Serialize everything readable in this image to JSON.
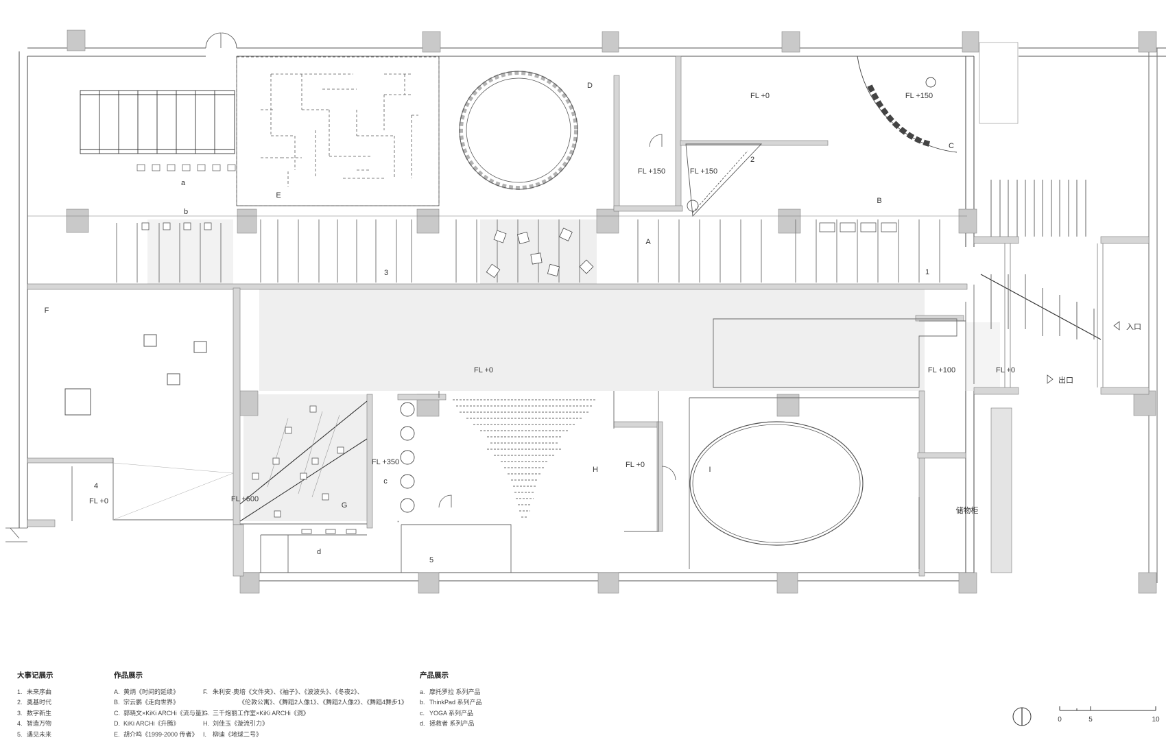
{
  "zones": {
    "a": "a",
    "b": "b",
    "c": "c",
    "d": "d",
    "A": "A",
    "B": "B",
    "C": "C",
    "D": "D",
    "E": "E",
    "F": "F",
    "G": "G",
    "H": "H",
    "I": "I",
    "n1": "1",
    "n2": "2",
    "n3": "3",
    "n4": "4",
    "n5": "5"
  },
  "floor_levels": {
    "main": "FL +0",
    "top_mid": "FL +0",
    "top_right": "FL +150",
    "small_a": "FL +150",
    "small_b": "FL +150",
    "ramp": "FL +100",
    "exit_room": "FL +0",
    "room4": "FL +0",
    "stair": "FL +600",
    "room_c": "FL +350",
    "room_h": "FL +0"
  },
  "signs": {
    "entrance": "入口",
    "exit": "出口",
    "lockers": "储物柜"
  },
  "legend": {
    "milestones": {
      "title": "大事记展示",
      "items": [
        {
          "key": "1.",
          "text": "未来序曲"
        },
        {
          "key": "2.",
          "text": "奠基时代"
        },
        {
          "key": "3.",
          "text": "数字新生"
        },
        {
          "key": "4.",
          "text": "智造万物"
        },
        {
          "key": "5.",
          "text": "遇见未来"
        }
      ]
    },
    "works": {
      "title": "作品展示",
      "col1": [
        {
          "key": "A.",
          "text": "黄炳《时间的延续》"
        },
        {
          "key": "B.",
          "text": "宗云鹏《走向世界》"
        },
        {
          "key": "C.",
          "text": "郭晓文×KiKi ARCHi《流与量》"
        },
        {
          "key": "D.",
          "text": "KiKi ARCHi《升腾》"
        },
        {
          "key": "E.",
          "text": "胡介鸣《1999-2000 传者》"
        }
      ],
      "col2": [
        {
          "key": "F.",
          "text": "朱利安·奥培《文件夹》、《袖子》、《波波头》、《冬夜2》、"
        },
        {
          "key": "",
          "text": "《伦敦公寓》、《舞蹈2人像1》、《舞蹈2人像2》、《舞蹈4舞步1》"
        },
        {
          "key": "G.",
          "text": "三千炮丽工作室×KiKi ARCHi《洞》"
        },
        {
          "key": "H.",
          "text": "刘佳玉《漩流引力》"
        },
        {
          "key": "I.",
          "text": "柳迪《地球二号》"
        }
      ]
    },
    "products": {
      "title": "产品展示",
      "items": [
        {
          "key": "a.",
          "text": "摩托罗拉 系列产品"
        },
        {
          "key": "b.",
          "text": "ThinkPad 系列产品"
        },
        {
          "key": "c.",
          "text": "YOGA 系列产品"
        },
        {
          "key": "d.",
          "text": "拯救者 系列产品"
        }
      ]
    }
  },
  "scale": {
    "t0": "0",
    "t5": "5",
    "t10": "10"
  }
}
